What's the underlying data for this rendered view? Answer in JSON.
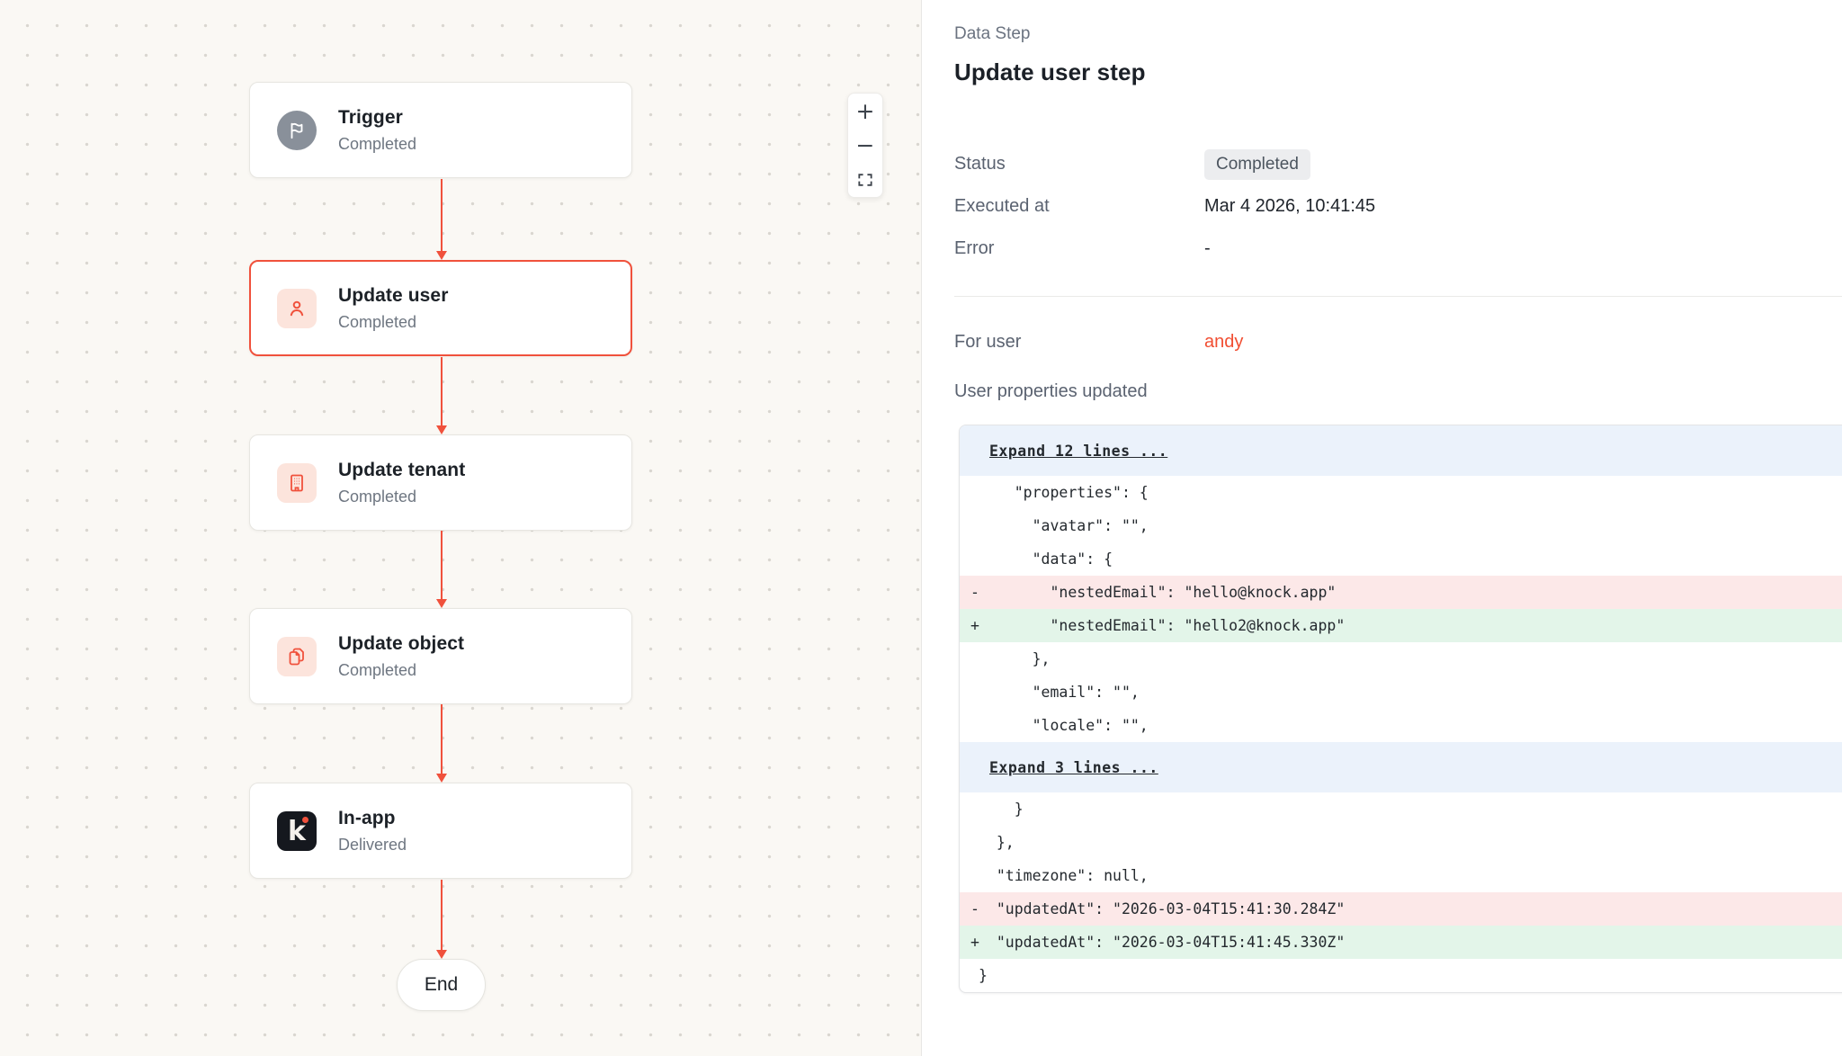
{
  "canvas": {
    "nodes": [
      {
        "title": "Trigger",
        "subtitle": "Completed",
        "icon": "flag",
        "selected": false
      },
      {
        "title": "Update user",
        "subtitle": "Completed",
        "icon": "user",
        "selected": true
      },
      {
        "title": "Update tenant",
        "subtitle": "Completed",
        "icon": "building",
        "selected": false
      },
      {
        "title": "Update object",
        "subtitle": "Completed",
        "icon": "object",
        "selected": false
      },
      {
        "title": "In-app",
        "subtitle": "Delivered",
        "icon": "knock",
        "selected": false
      }
    ],
    "end_label": "End",
    "zoom_controls": {
      "zoom_in": "+",
      "zoom_out": "−",
      "fit_icon": "fit-view-icon"
    }
  },
  "panel": {
    "eyebrow": "Data Step",
    "title": "Update user step",
    "meta": [
      {
        "label": "Status",
        "value": "Completed",
        "type": "badge"
      },
      {
        "label": "Executed at",
        "value": "Mar 4 2026, 10:41:45",
        "type": "text"
      },
      {
        "label": "Error",
        "value": "-",
        "type": "text"
      }
    ],
    "for_user": {
      "label": "For user",
      "value": "andy"
    },
    "diff_title": "User properties updated",
    "diff_rows": [
      {
        "type": "expand",
        "text": "Expand 12 lines ..."
      },
      {
        "type": "context",
        "sign": "",
        "text": "    \"properties\": {"
      },
      {
        "type": "context",
        "sign": "",
        "text": "      \"avatar\": \"\","
      },
      {
        "type": "context",
        "sign": "",
        "text": "      \"data\": {"
      },
      {
        "type": "removed",
        "sign": "-",
        "text": "        \"nestedEmail\": \"hello@knock.app\""
      },
      {
        "type": "added",
        "sign": "+",
        "text": "        \"nestedEmail\": \"hello2@knock.app\""
      },
      {
        "type": "context",
        "sign": "",
        "text": "      },"
      },
      {
        "type": "context",
        "sign": "",
        "text": "      \"email\": \"\","
      },
      {
        "type": "context",
        "sign": "",
        "text": "      \"locale\": \"\","
      },
      {
        "type": "expand",
        "text": "Expand 3 lines ..."
      },
      {
        "type": "context",
        "sign": "",
        "text": "    }"
      },
      {
        "type": "context",
        "sign": "",
        "text": "  },"
      },
      {
        "type": "context",
        "sign": "",
        "text": "  \"timezone\": null,"
      },
      {
        "type": "removed",
        "sign": "-",
        "text": "  \"updatedAt\": \"2026-03-04T15:41:30.284Z\""
      },
      {
        "type": "added",
        "sign": "+",
        "text": "  \"updatedAt\": \"2026-03-04T15:41:45.330Z\""
      },
      {
        "type": "context",
        "sign": "",
        "text": "}"
      }
    ]
  },
  "colors": {
    "accent": "#F0513C",
    "diff_removed_bg": "#FCE8E8",
    "diff_added_bg": "#E3F5E9",
    "diff_expand_bg": "#EBF2FB",
    "canvas_bg": "#FAF8F4"
  }
}
